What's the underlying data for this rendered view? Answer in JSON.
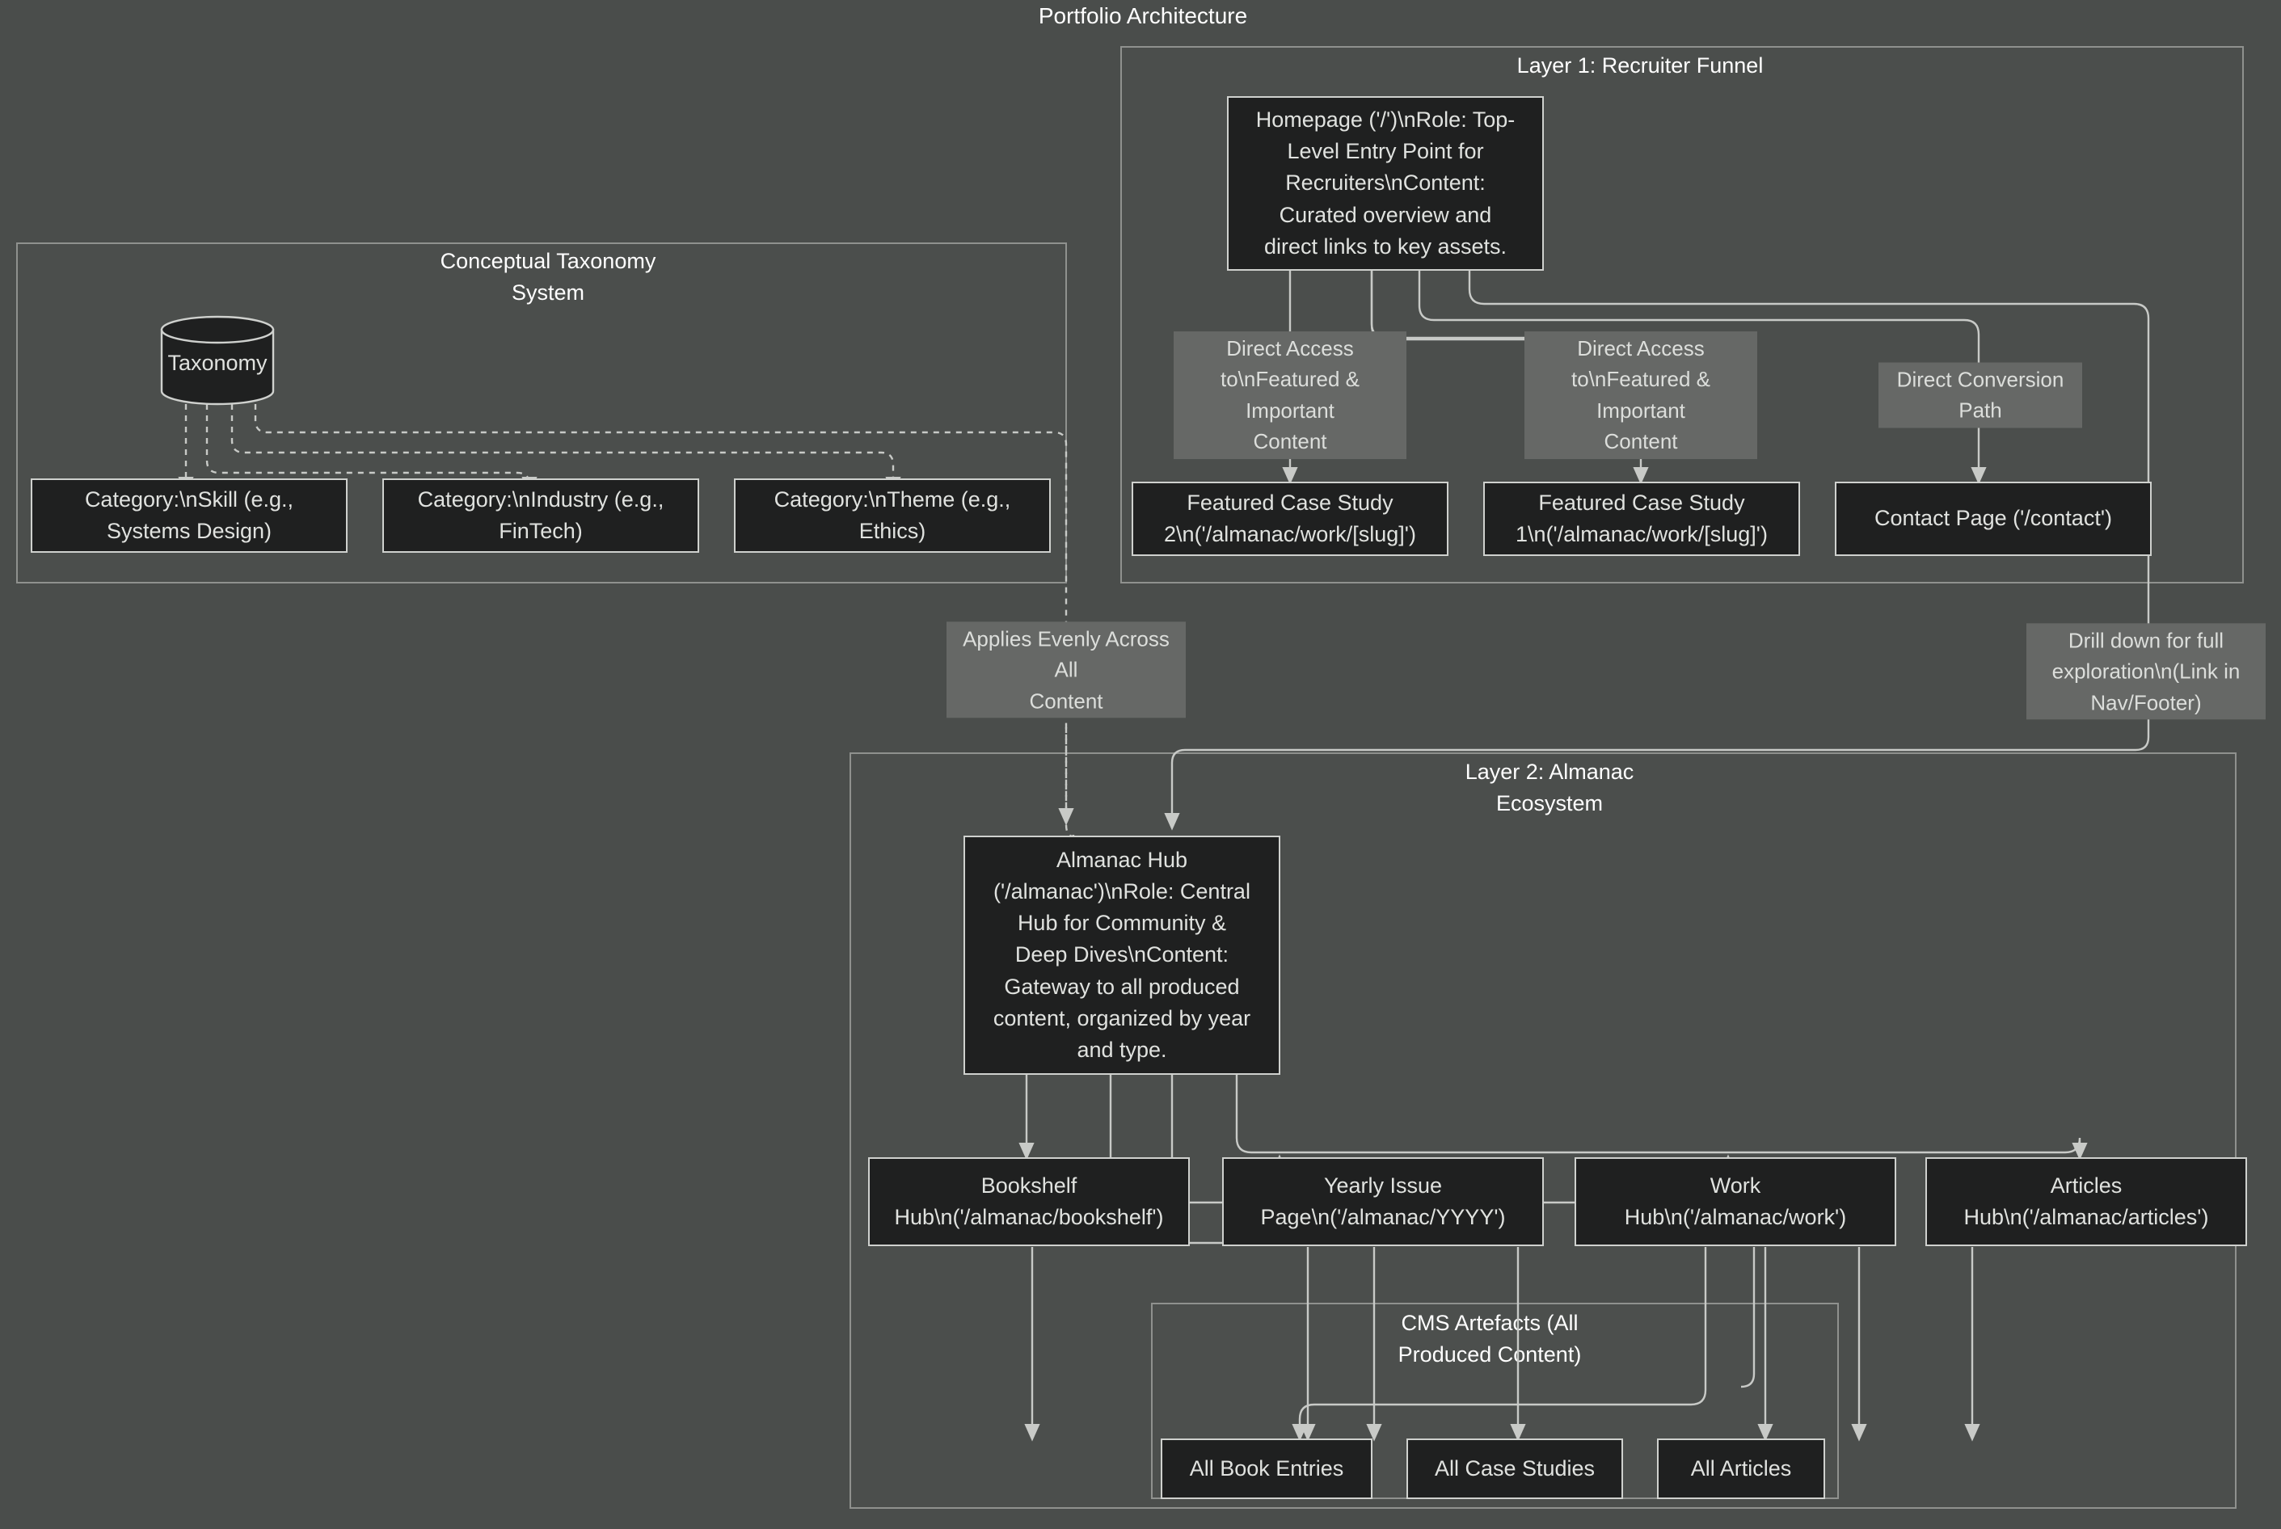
{
  "diagram": {
    "title": "Portfolio Architecture",
    "type": "flowchart",
    "background_color": "#4a4d4b",
    "node_fill": "#1f2020",
    "node_stroke": "#cfd1ce",
    "cluster_stroke": "#8f918e",
    "edge_color": "#c8cac7",
    "text_color": "#e0e2df"
  },
  "clusters": {
    "taxonomy": {
      "label": "Conceptual Taxonomy\nSystem"
    },
    "layer1": {
      "label": "Layer 1: Recruiter Funnel"
    },
    "layer2": {
      "label": "Layer 2: Almanac\nEcosystem"
    },
    "cms": {
      "label": "CMS Artefacts (All\nProduced Content)"
    }
  },
  "nodes": {
    "taxonomy_db": {
      "label": "Taxonomy",
      "shape": "cylinder"
    },
    "cat_skill": {
      "label": "Category:\\nSkill (e.g.,\nSystems Design)"
    },
    "cat_industry": {
      "label": "Category:\\nIndustry (e.g.,\nFinTech)"
    },
    "cat_theme": {
      "label": "Category:\\nTheme (e.g.,\nEthics)"
    },
    "homepage": {
      "label": "Homepage ('/')\\nRole: Top-\nLevel Entry Point for\nRecruiters\\nContent:\nCurated overview and\ndirect links to key assets."
    },
    "case_study_2": {
      "label": "Featured Case Study\n2\\n('/almanac/work/[slug]')"
    },
    "case_study_1": {
      "label": "Featured Case Study\n1\\n('/almanac/work/[slug]')"
    },
    "contact_page": {
      "label": "Contact Page ('/contact')"
    },
    "almanac_hub": {
      "label": "Almanac Hub\n('/almanac')\\nRole: Central\nHub for Community &\nDeep Dives\\nContent:\nGateway to all produced\ncontent, organized by year\nand type."
    },
    "bookshelf_hub": {
      "label": "Bookshelf\nHub\\n('/almanac/bookshelf')"
    },
    "yearly_issue": {
      "label": "Yearly Issue\nPage\\n('/almanac/YYYY')"
    },
    "work_hub": {
      "label": "Work\nHub\\n('/almanac/work')"
    },
    "articles_hub": {
      "label": "Articles\nHub\\n('/almanac/articles')"
    },
    "all_book_entries": {
      "label": "All Book Entries"
    },
    "all_case_studies": {
      "label": "All Case Studies"
    },
    "all_articles": {
      "label": "All Articles"
    }
  },
  "edge_labels": {
    "direct_access_left": "Direct Access\nto\\nFeatured & Important\nContent",
    "direct_access_right": "Direct Access\nto\\nFeatured & Important\nContent",
    "direct_conversion": "Direct Conversion Path",
    "drill_down": "Drill down for full\nexploration\\n(Link in\nNav/Footer)",
    "applies_evenly": "Applies Evenly Across All\nContent"
  }
}
